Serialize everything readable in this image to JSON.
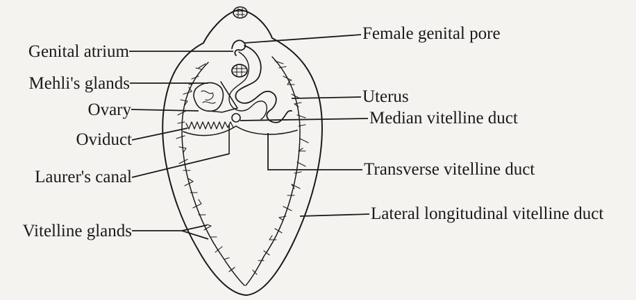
{
  "labels": {
    "genital_atrium": "Genital atrium",
    "mehlis_glands": "Mehli's glands",
    "ovary": "Ovary",
    "oviduct": "Oviduct",
    "laurers_canal": "Laurer's canal",
    "vitelline_glands": "Vitelline glands",
    "female_genital_pore": "Female genital pore",
    "uterus": "Uterus",
    "median_vitelline_duct": "Median vitelline duct",
    "transverse_vitelline_duct": "Transverse vitelline duct",
    "lateral_longitudinal_vitelline_duct": "Lateral longitudinal vitelline duct"
  }
}
